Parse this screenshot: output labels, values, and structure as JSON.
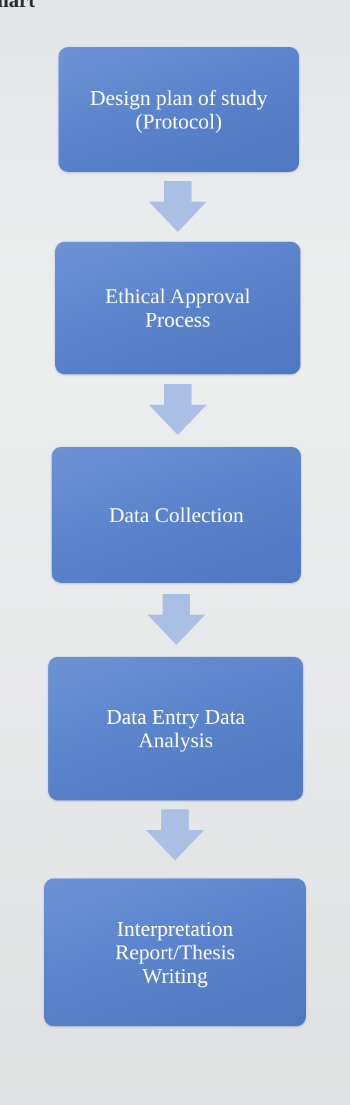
{
  "heading": "hart",
  "steps": [
    {
      "label": "Design plan of study\n(Protocol)"
    },
    {
      "label": "Ethical Approval\nProcess"
    },
    {
      "label": "Data Collection"
    },
    {
      "label": "Data Entry Data\nAnalysis"
    },
    {
      "label": "Interpretation\nReport/Thesis\nWriting"
    }
  ],
  "colors": {
    "box": "#5b84cc",
    "arrow": "#a9bfe3",
    "text": "#ffffff",
    "background": "#e8eaeb"
  },
  "icons": {
    "arrow": "down-arrow-icon"
  }
}
